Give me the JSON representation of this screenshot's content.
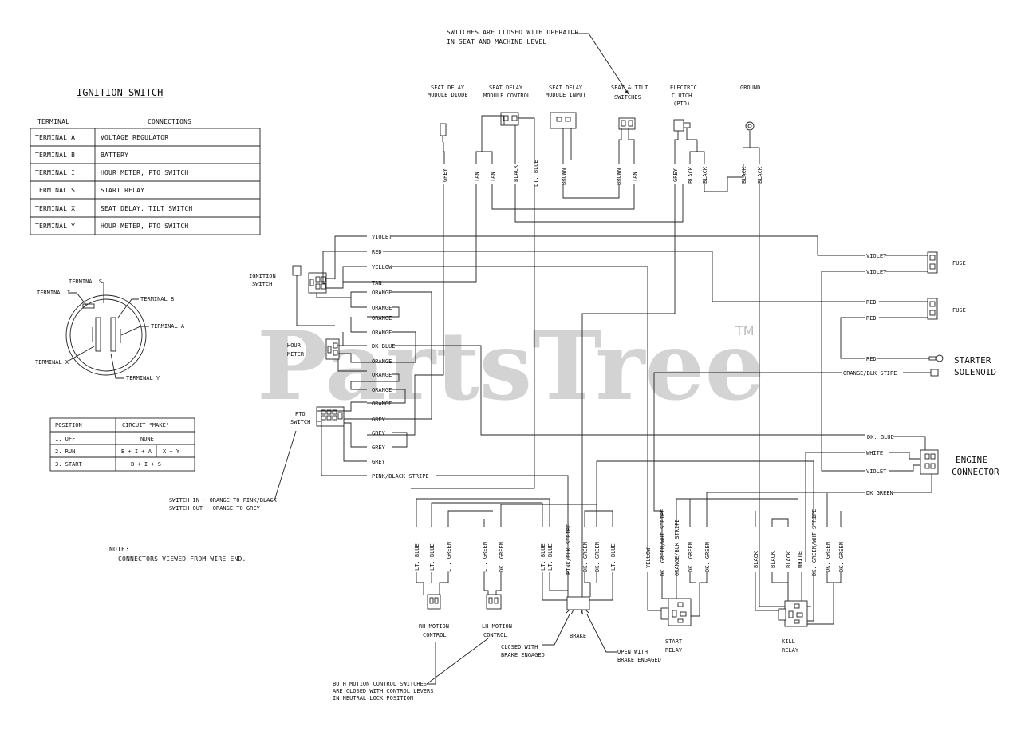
{
  "watermark": {
    "brand": "PartsTree",
    "tm": "TM"
  },
  "notes": {
    "switch_closed_1": "SWITCHES ARE CLOSED WITH OPERATOR",
    "switch_closed_2": "IN SEAT AND MACHINE LEVEL",
    "note_title": "NOTE:",
    "note_body": "CONNECTORS VIEWED FROM WIRE END.",
    "pto_note_1": "SWITCH IN - ORANGE TO PINK/BLACK",
    "pto_note_2": "SWITCH OUT - ORANGE TO GREY",
    "motion_note_1": "BOTH MOTION CONTROL SWITCHES",
    "motion_note_2": "ARE CLOSED WITH CONTROL LEVERS",
    "motion_note_3": "IN NEUTRAL LOCK POSITION",
    "brake_closed_1": "CLCSED WITH",
    "brake_closed_2": "BRAKE ENGAGED",
    "brake_open_1": "OPEN WITH",
    "brake_open_2": "BRAKE ENGAGED"
  },
  "ignition_table": {
    "title": "IGNITION SWITCH",
    "col_terminal": "TERMINAL",
    "col_connections": "CONNECTIONS",
    "rows": [
      {
        "terminal": "TERMINAL  A",
        "connection": "VOLTAGE REGULATOR"
      },
      {
        "terminal": "TERMINAL  B",
        "connection": "BATTERY"
      },
      {
        "terminal": "TERMINAL  I",
        "connection": "HOUR METER, PTO SWITCH"
      },
      {
        "terminal": "TERMINAL  S",
        "connection": "START RELAY"
      },
      {
        "terminal": "TERMINAL  X",
        "connection": "SEAT DELAY, TILT SWITCH"
      },
      {
        "terminal": "TERMINAL  Y",
        "connection": "HOUR METER, PTO SWITCH"
      }
    ]
  },
  "switch_diagram": {
    "s": "TERMINAL S",
    "i": "TERMINAL I",
    "b": "TERMINAL B",
    "a": "TERMINAL A",
    "x": "TERMINAL X",
    "y": "TERMINAL Y"
  },
  "position_table": {
    "col_position": "POSITION",
    "col_circuit": "CIRCUIT \"MAKE\"",
    "rows": [
      {
        "position": "1. OFF",
        "make1": "NONE",
        "make2": ""
      },
      {
        "position": "2. RUN",
        "make1": "B + I + A",
        "make2": "X + Y"
      },
      {
        "position": "3. START",
        "make1": "B + I + S",
        "make2": ""
      }
    ]
  },
  "top_connectors": {
    "diode_1": "SEAT DELAY",
    "diode_2": "MODULE DIODE",
    "control_1": "SEAT DELAY",
    "control_2": "MODULE CONTROL",
    "input_1": "SEAT DELAY",
    "input_2": "MODULE INPUT",
    "tilt_1": "SEAT & TILT",
    "tilt_2": "SWITCHES",
    "clutch_1": "ELECTRIC",
    "clutch_2": "CLUTCH",
    "clutch_3": "(PTO)",
    "ground": "GROUND"
  },
  "top_wires": [
    "GREY",
    "TAN",
    "TAN",
    "BLACK",
    "LT. BLUE",
    "BROWN",
    "BROWN",
    "TAN",
    "GREY",
    "BLACK",
    "BLACK",
    "BLACK",
    "BLACK"
  ],
  "left_components": {
    "ign_1": "IGNITION",
    "ign_2": "SWITCH",
    "hour_1": "HOUR",
    "hour_2": "METER",
    "pto_1": "PTO",
    "pto_2": "SWITCH"
  },
  "harness_wires": [
    "VIOLET",
    "RED",
    "YELLOW",
    "TAN",
    "ORANGE",
    "ORANGE",
    "ORANGE",
    "ORANGE",
    "DK BLUE",
    "ORANGE",
    "ORANGE",
    "ORANGE",
    "ORANGE",
    "GREY",
    "GREY",
    "GREY",
    "GREY",
    "PINK/BLACK STRIPE"
  ],
  "right_side": {
    "violet_1": "VIOLET",
    "violet_2": "VIOLET",
    "fuse_1": "FUSE",
    "red_1": "RED",
    "red_2": "RED",
    "fuse_2": "FUSE",
    "red_3": "RED",
    "starter_1": "STARTER",
    "starter_2": "SOLENOID",
    "orange_blk": "ORANGE/BLK STIPE",
    "dk_blue": "DK. BLUE",
    "white": "WHITE",
    "violet_3": "VIOLET",
    "dk_green": "DK GREEN",
    "engine_1": "ENGINE",
    "engine_2": "CONNECTOR"
  },
  "bottom_wires": [
    "LT. BLUE",
    "LT. BLUE",
    "LT. GREEN",
    "LT. GREEN",
    "DK. GREEN",
    "LT. BLUE",
    "LT. BLUE",
    "PINK/BLK STRIPE",
    "DK. GREEN",
    "DK. GREEN",
    "LT. BLUE",
    "YELLOW",
    "DK. GREEN/WHT STRIPE",
    "ORANGE/BLK STRIPE",
    "DK. GREEN",
    "DK. GREEN",
    "BLACK",
    "BLACK",
    "BLACK",
    "WHITE",
    "DK. GREEN/WHT STRIPE",
    "DK. GREEN",
    "DK. GREEN"
  ],
  "bottom_components": {
    "rh_1": "RH MOTION",
    "rh_2": "CONTROL",
    "lh_1": "LH MOTION",
    "lh_2": "CONTROL",
    "brake": "BRAKE",
    "start_1": "START",
    "start_2": "RELAY",
    "kill_1": "KILL",
    "kill_2": "RELAY"
  }
}
